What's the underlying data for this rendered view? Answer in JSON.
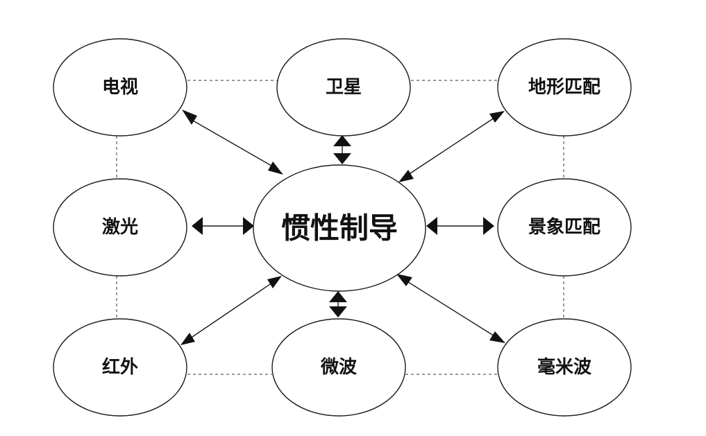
{
  "diagram": {
    "center": {
      "label": "惯性制导"
    },
    "nodes": {
      "tv": {
        "label": "电视"
      },
      "satellite": {
        "label": "卫星"
      },
      "terrain_matching": {
        "label": "地形匹配"
      },
      "laser": {
        "label": "激光"
      },
      "scene_matching": {
        "label": "景象匹配"
      },
      "infrared": {
        "label": "红外"
      },
      "microwave": {
        "label": "微波"
      },
      "millimeter_wave": {
        "label": "毫米波"
      }
    },
    "colors": {
      "stroke": "#1a1a1a",
      "text": "#111111",
      "background": "#ffffff"
    }
  }
}
